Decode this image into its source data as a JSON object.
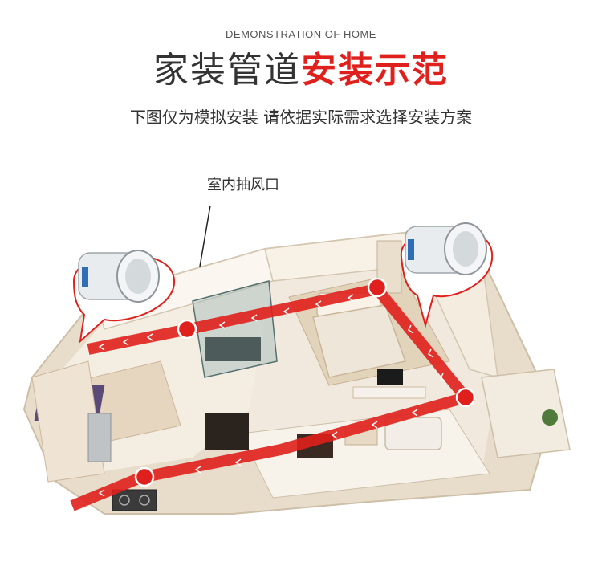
{
  "header": {
    "subtitle_en": "DEMONSTRATION OF HOME",
    "title_main": "家装管道",
    "title_accent": "安装示范",
    "tagline": "下图仅为模拟安装 请依据实际需求选择安装方案"
  },
  "callout": {
    "label": "室内抽风口"
  },
  "colors": {
    "accent": "#e0201c",
    "text": "#333333",
    "wall": "#efe6da",
    "floor": "#f5efe6"
  },
  "icons": [
    "inline-duct-fan-icon",
    "air-outlet-marker-icon"
  ]
}
